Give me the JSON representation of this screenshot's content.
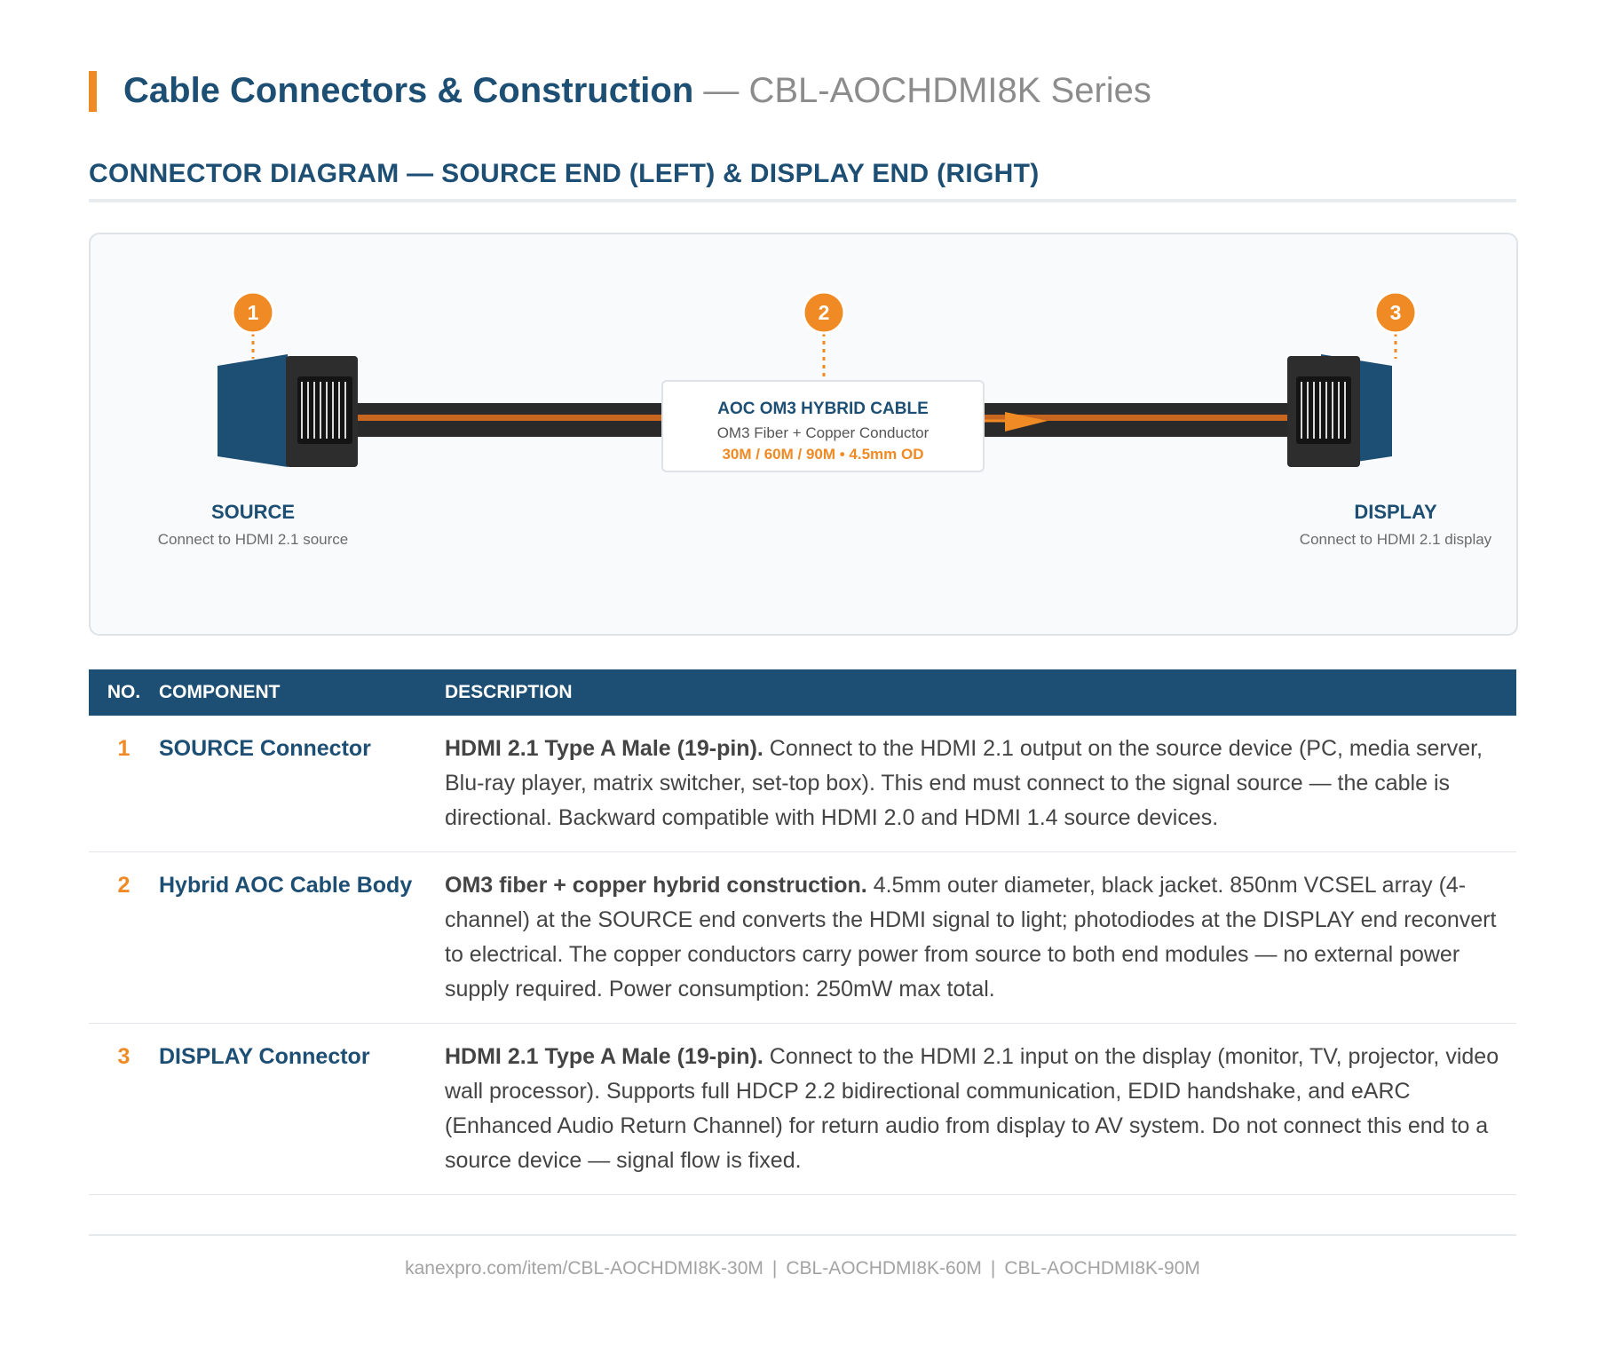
{
  "header": {
    "title_main": "Cable Connectors & Construction",
    "title_sub": " — CBL-AOCHDMI8K Series"
  },
  "section": {
    "heading": "CONNECTOR DIAGRAM — SOURCE END (LEFT) & DISPLAY END (RIGHT)"
  },
  "diagram": {
    "callouts": [
      "1",
      "2",
      "3"
    ],
    "source": {
      "title": "SOURCE",
      "subtitle": "Connect to HDMI 2.1 source"
    },
    "display": {
      "title": "DISPLAY",
      "subtitle": "Connect to HDMI 2.1 display"
    },
    "cable": {
      "title": "AOC OM3 HYBRID CABLE",
      "subtitle": "OM3 Fiber + Copper Conductor",
      "options": "30M / 60M / 90M • 4.5mm OD"
    },
    "colors": {
      "connector_body": "#1d4e73",
      "connector_head": "#2d2d2d",
      "cable_jacket": "#2a2a2a",
      "accent": "#f08a24"
    }
  },
  "table": {
    "headers": {
      "no": "NO.",
      "component": "COMPONENT",
      "description": "DESCRIPTION"
    },
    "rows": [
      {
        "no": "1",
        "component": "SOURCE Connector",
        "desc_bold": "HDMI 2.1 Type A Male (19-pin).",
        "desc_rest": " Connect to the HDMI 2.1 output on the source device (PC, media server, Blu-ray player, matrix switcher, set-top box). This end must connect to the signal source — the cable is directional. Backward compatible with HDMI 2.0 and HDMI 1.4 source devices."
      },
      {
        "no": "2",
        "component": "Hybrid AOC Cable Body",
        "desc_bold": "OM3 fiber + copper hybrid construction.",
        "desc_rest": " 4.5mm outer diameter, black jacket. 850nm VCSEL array (4-channel) at the SOURCE end converts the HDMI signal to light; photodiodes at the DISPLAY end reconvert to electrical. The copper conductors carry power from source to both end modules — no external power supply required. Power consumption: 250mW max total."
      },
      {
        "no": "3",
        "component": "DISPLAY Connector",
        "desc_bold": "HDMI 2.1 Type A Male (19-pin).",
        "desc_rest": " Connect to the HDMI 2.1 input on the display (monitor, TV, projector, video wall processor). Supports full HDCP 2.2 bidirectional communication, EDID handshake, and eARC (Enhanced Audio Return Channel) for return audio from display to AV system. Do not connect this end to a source device — signal flow is fixed."
      }
    ]
  },
  "footer": {
    "links": [
      "kanexpro.com/item/CBL-AOCHDMI8K-30M",
      "CBL-AOCHDMI8K-60M",
      "CBL-AOCHDMI8K-90M"
    ],
    "separator": "|"
  }
}
